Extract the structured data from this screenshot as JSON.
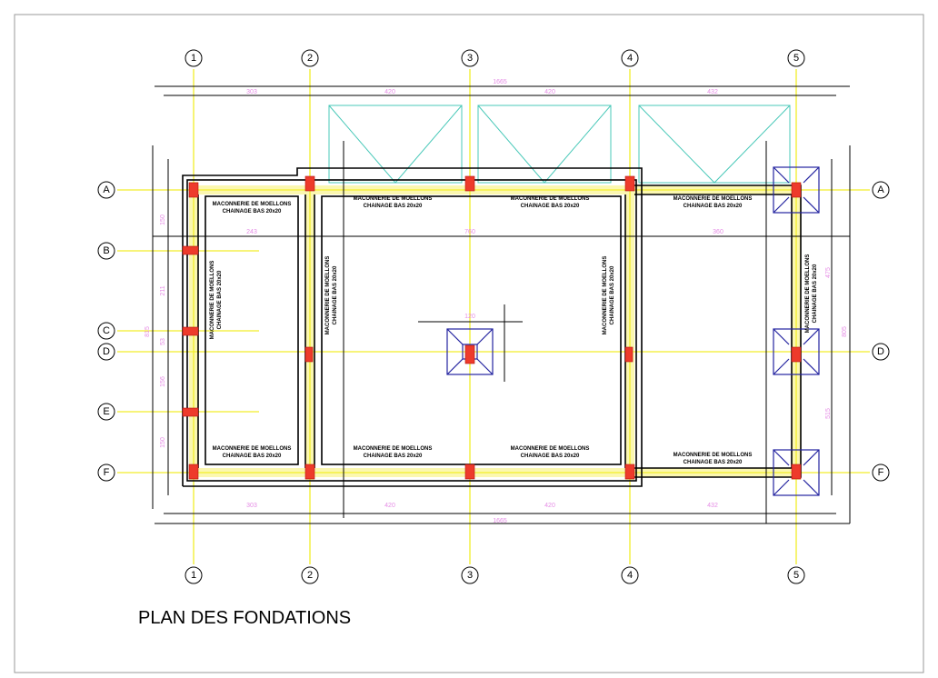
{
  "title": "PLAN DES FONDATIONS",
  "axes_columns": [
    "1",
    "2",
    "3",
    "4",
    "5"
  ],
  "axes_rows": [
    "A",
    "B",
    "C",
    "D",
    "E",
    "F"
  ],
  "labels": {
    "line1": "MACONNERIE DE MOELLONS",
    "line2": "CHAINAGE BAS 20x20"
  },
  "dimensions": {
    "top_total": "1665",
    "top_segments": [
      "303",
      "420",
      "420",
      "432"
    ],
    "bottom_segments": [
      "303",
      "420",
      "420",
      "432"
    ],
    "bottom_total": "1665",
    "left": [
      "150",
      "211",
      "53",
      "156",
      "150"
    ],
    "left_total": "815",
    "right": [
      "475",
      "515"
    ],
    "right_total": "805",
    "inner": [
      "243",
      "760",
      "360"
    ],
    "footing": "120"
  },
  "colors": {
    "axis": "#f2ee2a",
    "column": "#ee3b2b",
    "footing": "#2323a0",
    "dimension": "#e58ce5",
    "canopy": "#48c8b8"
  }
}
